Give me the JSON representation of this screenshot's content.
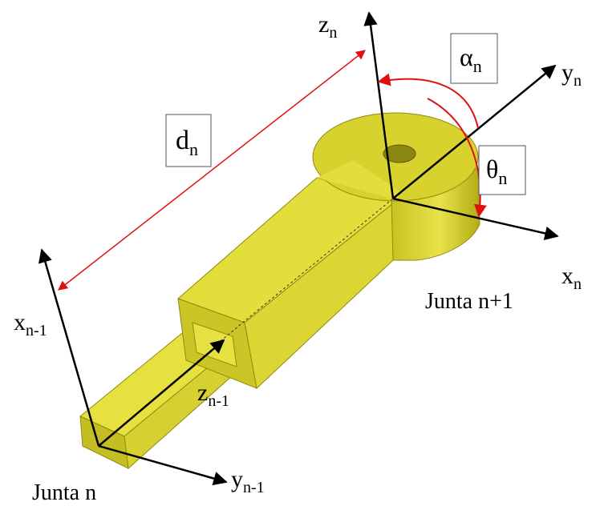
{
  "labels": {
    "z_n": {
      "base": "z",
      "sub": "n"
    },
    "y_n": {
      "base": "y",
      "sub": "n"
    },
    "x_n": {
      "base": "x",
      "sub": "n"
    },
    "x_n1": {
      "base": "x",
      "sub": "n-1"
    },
    "z_n1": {
      "base": "z",
      "sub": "n-1"
    },
    "y_n1": {
      "base": "y",
      "sub": "n-1"
    },
    "d_n": {
      "base": "d",
      "sub": "n"
    },
    "alpha_n": {
      "base": "α",
      "sub": "n"
    },
    "theta_n": {
      "base": "θ",
      "sub": "n"
    },
    "joint_n1": "Junta n+1",
    "joint_n": "Junta n"
  },
  "colors": {
    "link_fill": "#e6e040",
    "link_side": "#d4ce2a",
    "link_dark": "#b8b218",
    "link_edge": "#8f8a10",
    "axis": "#000000",
    "parameter_arrow": "#e01010",
    "background": "#ffffff"
  }
}
